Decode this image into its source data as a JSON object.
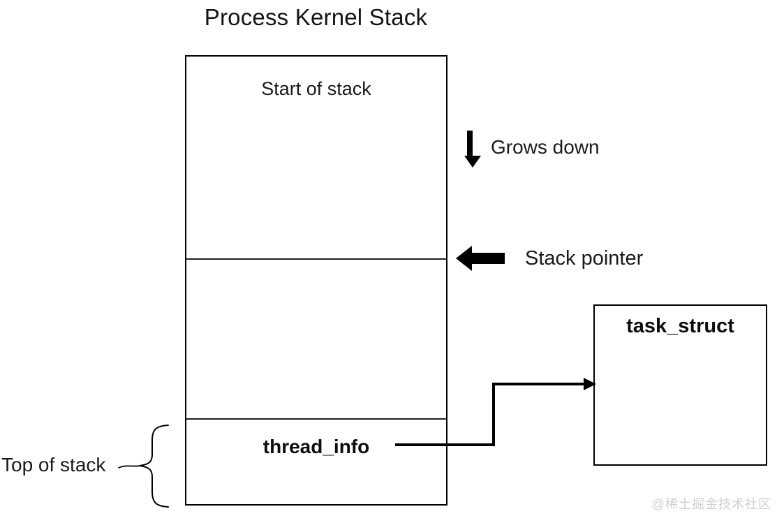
{
  "colors": {
    "background": "#ffffff",
    "ink": "#000000",
    "text": "#1a1a1a",
    "watermark": "#cfcfcf"
  },
  "diagram": {
    "title": "Process Kernel Stack",
    "stack": {
      "start_label": "Start of stack",
      "thread_info_label": "thread_info"
    },
    "task_struct": {
      "label": "task_struct"
    },
    "labels": {
      "grows_down": "Grows down",
      "stack_pointer": "Stack pointer",
      "top_of_stack": "Top of stack"
    },
    "icons": {
      "grows_down_arrow": "down-arrow",
      "stack_pointer_arrow": "left-arrow",
      "thread_info_connector": "elbow-arrow-right",
      "top_of_stack_brace": "left-curly-brace"
    }
  },
  "watermark": "@稀土掘金技术社区"
}
